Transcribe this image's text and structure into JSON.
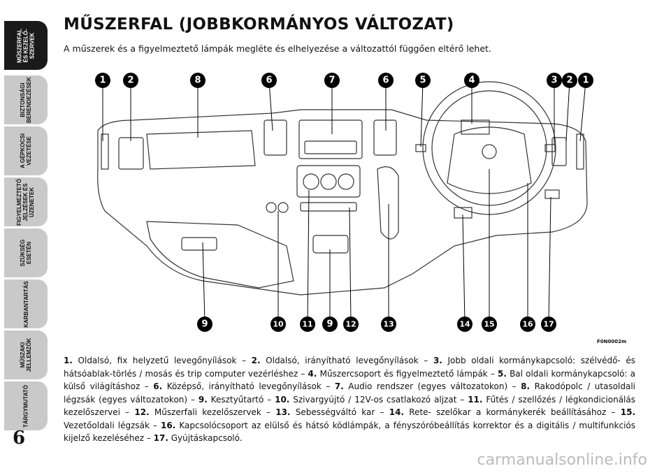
{
  "sidebar": {
    "tabs": [
      {
        "label": "MŰSZERFAL\nÉS KEZELŐ-\nSZERVEK",
        "active": true
      },
      {
        "label": "BIZTONSÁGI\nBERENDEZÉSEK",
        "active": false
      },
      {
        "label": "A GÉPKOCSI\nVEZETÉSE",
        "active": false
      },
      {
        "label": "FIGYELMEZTETŐ\nJELZÉSEK ÉS\nÜZENETEK",
        "active": false
      },
      {
        "label": "SZÜKSÉG\nESETÉN",
        "active": false
      },
      {
        "label": "KARBANTARTÁS",
        "active": false
      },
      {
        "label": "MŰSZAKI\nJELLEMZŐK",
        "active": false
      },
      {
        "label": "TÁRGYMUTATÓ",
        "active": false
      }
    ]
  },
  "page": {
    "title": "MŰSZERFAL (JOBBKORMÁNYOS VÁLTOZAT)",
    "subtitle": "A műszerek és a figyelmeztető lámpák megléte és elhelyezése a változattól függően eltérő lehet.",
    "number": "6",
    "figure_code": "F0N0002m",
    "watermark": "carmanualsonline.info"
  },
  "figure": {
    "top_callouts": [
      "1",
      "2",
      "8",
      "6",
      "7",
      "6",
      "5",
      "4",
      "3",
      "2",
      "1"
    ],
    "bottom_callouts": [
      "9",
      "10",
      "11",
      "9",
      "12",
      "13",
      "14",
      "15",
      "16",
      "17"
    ]
  },
  "caption": [
    {
      "num": "1.",
      "text": " Oldalsó, fix helyzetű levegőnyílások – "
    },
    {
      "num": "2.",
      "text": " Oldalsó, irányítható levegőnyílások – "
    },
    {
      "num": "3.",
      "text": " Jobb oldali kormánykapcsoló: szélvédő- és hátsóablak-törlés / mosás és trip computer vezérléshez – "
    },
    {
      "num": "4.",
      "text": " Műszercsoport és figyelmeztető lámpák – "
    },
    {
      "num": "5.",
      "text": " Bal oldali kormánykapcsoló: a külső világításhoz  – "
    },
    {
      "num": "6.",
      "text": " Középső, irányítható levegőnyílások – "
    },
    {
      "num": "7.",
      "text": " Audio rendszer (egyes változatokon) – "
    },
    {
      "num": "8.",
      "text": " Rakodópolc / utasoldali légzsák (egyes változatokon) – "
    },
    {
      "num": "9.",
      "text": " Kesztyűtartó – "
    },
    {
      "num": "10.",
      "text": " Szivargyújtó / 12V-os csatlakozó aljzat – "
    },
    {
      "num": "11.",
      "text": " Fűtés / szellőzés / légkondicionálás kezelőszervei – "
    },
    {
      "num": "12.",
      "text": " Műszerfali kezelőszervek – "
    },
    {
      "num": "13.",
      "text": " Sebességváltó kar – "
    },
    {
      "num": "14.",
      "text": " Rete- szelőkar a kormánykerék beállításához – "
    },
    {
      "num": "15.",
      "text": " Vezetőoldali légzsák – "
    },
    {
      "num": "16.",
      "text": " Kapcsolócsoport az elülső és hátsó ködlámpák, a fényszóróbeállítás korrektor és a digitális / multifunkciós kijelző kezeléséhez – "
    },
    {
      "num": "17.",
      "text": " Gyújtáskapcsoló."
    }
  ]
}
